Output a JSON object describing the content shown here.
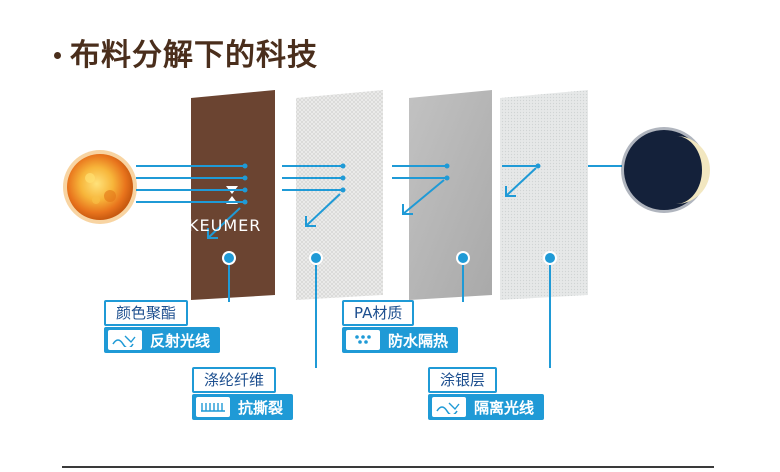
{
  "title": "布料分解下的科技",
  "brand": "KEUMER",
  "layers": [
    {
      "name": "颜色聚酯",
      "feature": "反射光线",
      "color": "#6b4431",
      "icon": "reflect-wave-icon"
    },
    {
      "name": "涤纶纤维",
      "feature": "抗撕裂",
      "color": "#ebebea",
      "icon": "fiber-icon"
    },
    {
      "name": "PA材质",
      "feature": "防水隔热",
      "color": "#b6b6b6",
      "icon": "water-drops-icon"
    },
    {
      "name": "涂银层",
      "feature": "隔离光线",
      "color": "#e5e7e7",
      "icon": "reflect-wave-icon"
    }
  ],
  "colors": {
    "accent": "#1f9ad6",
    "title": "#4a2e1c",
    "sun": "#f5a623",
    "moon_bg": "#1d2a44"
  },
  "icons": {
    "sun": "sun-icon",
    "moon": "crescent-moon-icon",
    "title_bullet": "bullet-dot"
  }
}
